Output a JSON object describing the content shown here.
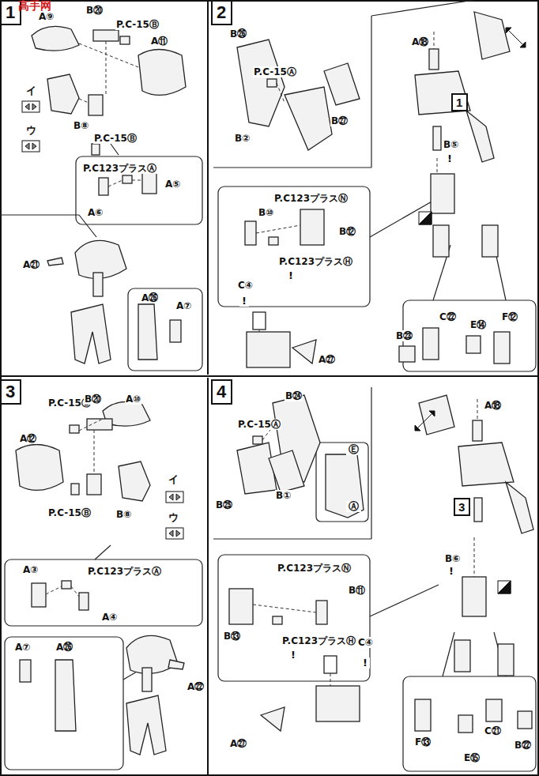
{
  "diagram": {
    "nodes": [
      {
        "text": [
          "1"
        ]
      },
      {
        "text": [
          "2"
        ]
      },
      {
        "text": [
          "1"
        ]
      },
      {
        "text": [
          "3"
        ]
      },
      {
        "text": [
          "4"
        ]
      },
      {
        "text": [
          "3"
        ]
      }
    ],
    "labels": [
      "高手网",
      "A⑨",
      "B⑳",
      "P.C-15Ⓑ",
      "A⑪",
      "イ",
      "ウ",
      "B⑧",
      "P.C-15Ⓑ",
      "P.C123プラスⒶ",
      "A⑤",
      "A⑥",
      "A㉑",
      "A㉖",
      "A⑦",
      "B㉖",
      "P.C-15Ⓐ",
      "B㉗",
      "B②",
      "A⑱",
      "B⑤",
      "!",
      "P.C123プラスⓃ",
      "B⑩",
      "B⑫",
      "P.C123プラスⒽ",
      "!",
      "C④",
      "!",
      "A㉗",
      "C㉒",
      "B㉓",
      "E⑭",
      "F⑫",
      "P.C-15Ⓑ",
      "B⑳",
      "A⑩",
      "A⑫",
      "イ",
      "ウ",
      "B⑧",
      "P.C-15Ⓑ",
      "P.C123プラスⒶ",
      "A③",
      "A④",
      "A⑦",
      "A㉖",
      "A㉒",
      "B㉔",
      "P.C-15Ⓐ",
      "B㉕",
      "B①",
      "Ⓔ",
      "Ⓐ",
      "A⑱",
      "B⑥",
      "!",
      "P.C123プラスⓃ",
      "B⑪",
      "B⑬",
      "P.C123プラスⒽ",
      "!",
      "C④",
      "!",
      "A㉗",
      "F⑬",
      "E⑮",
      "C㉑",
      "B㉒"
    ]
  }
}
